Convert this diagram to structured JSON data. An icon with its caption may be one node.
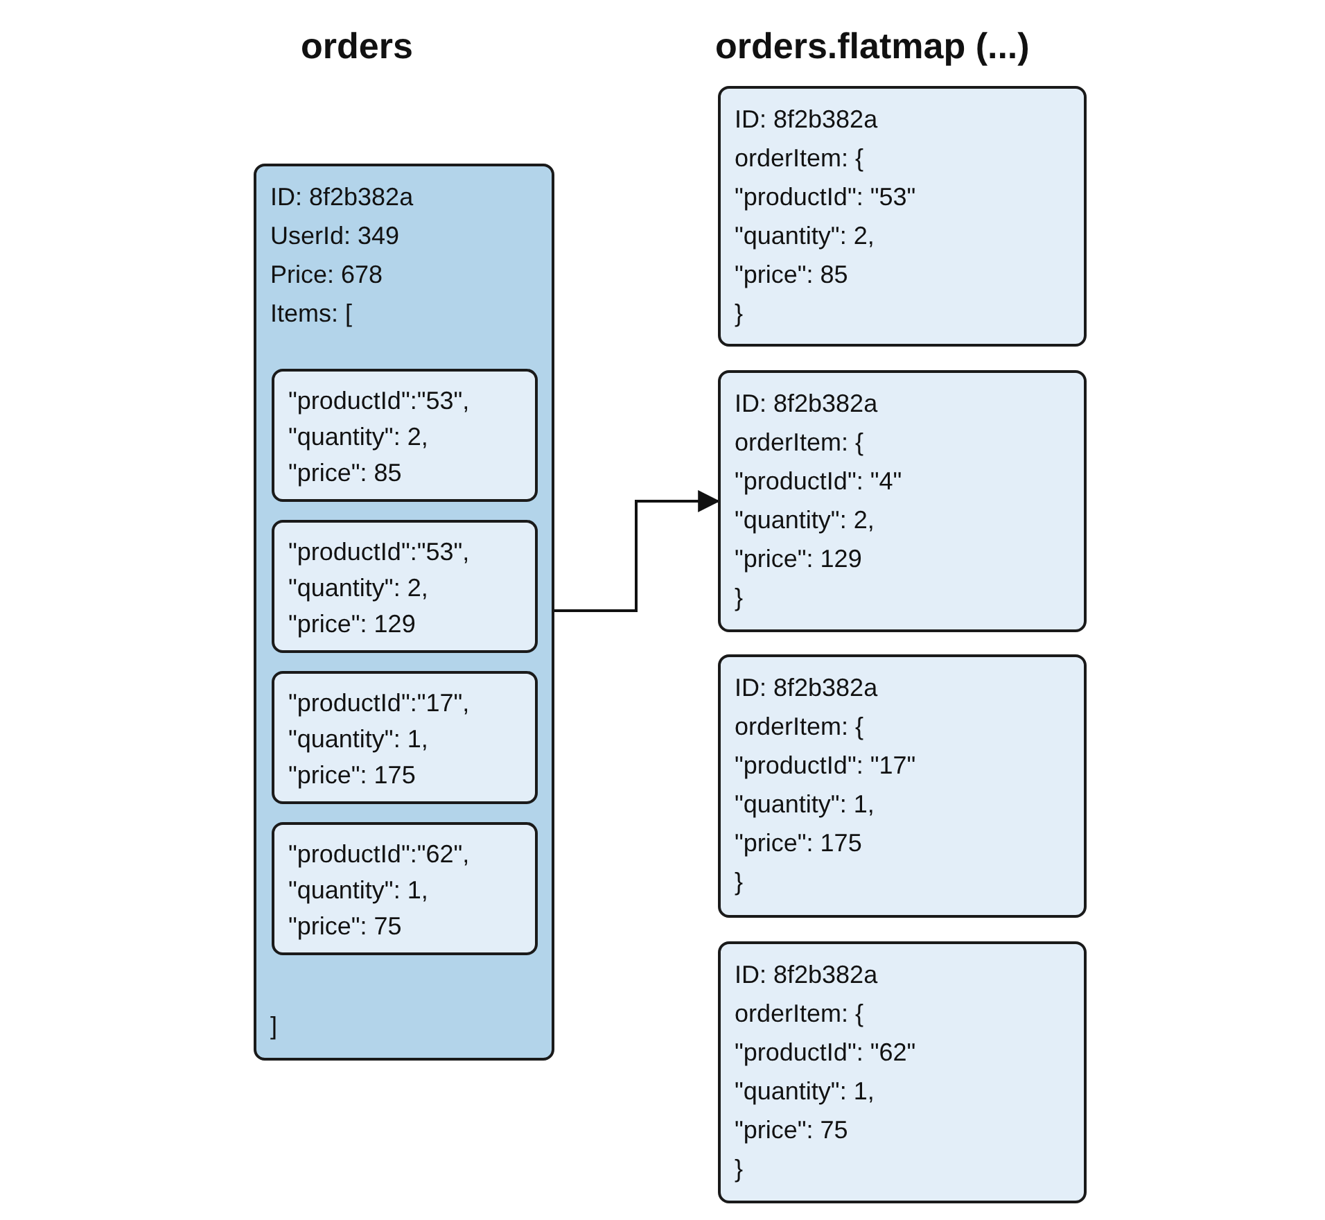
{
  "diagram": {
    "nodes": [
      {
        "text": [
          "ID: 8f2b382a",
          "UserId: 349",
          "Price: 678",
          "Items: [",
          "]"
        ]
      },
      {
        "text": [
          "\"productId\":\"53\",",
          "\"quantity\": 2,",
          "\"price\": 85"
        ],
        "in": 0
      },
      {
        "text": [
          "\"productId\":\"53\",",
          "\"quantity\": 2,",
          "\"price\": 129"
        ],
        "in": 0
      },
      {
        "text": [
          "\"productId\":\"17\",",
          "\"quantity\": 1,",
          "\"price\": 175"
        ],
        "in": 0
      },
      {
        "text": [
          "\"productId\":\"62\",",
          "\"quantity\": 1,",
          "\"price\": 75"
        ],
        "in": 0
      },
      {
        "text": [
          "ID: 8f2b382a",
          "orderItem: {",
          "\"productId\": \"53\"",
          "\"quantity\": 2,",
          "\"price\": 85",
          "}"
        ]
      },
      {
        "text": [
          "ID: 8f2b382a",
          "orderItem: {",
          "\"productId\": \"4\"",
          "\"quantity\": 2,",
          "\"price\": 129",
          "}"
        ]
      },
      {
        "text": [
          "ID: 8f2b382a",
          "orderItem: {",
          "\"productId\": \"17\"",
          "\"quantity\": 1,",
          "\"price\": 175",
          "}"
        ]
      },
      {
        "text": [
          "ID: 8f2b382a",
          "orderItem: {",
          "\"productId\": \"62\"",
          "\"quantity\": 1,",
          "\"price\": 75",
          "}"
        ]
      }
    ],
    "edges": [
      {
        "from": 0,
        "to": 6,
        "arrow": "to"
      }
    ],
    "labels": [
      "orders",
      "orders.flatmap (...)"
    ]
  }
}
